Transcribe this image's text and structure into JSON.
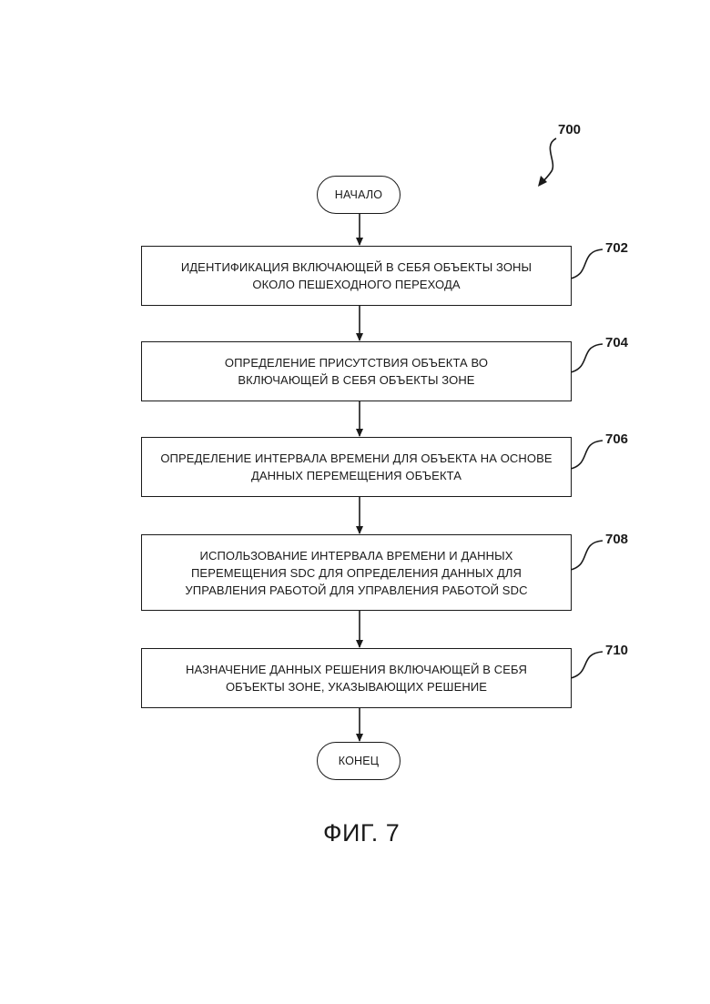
{
  "figure_ref": "700",
  "start_label": "НАЧАЛО",
  "end_label": "КОНЕЦ",
  "steps": [
    {
      "ref": "702",
      "text": "ИДЕНТИФИКАЦИЯ ВКЛЮЧАЮЩЕЙ В СЕБЯ ОБЪЕКТЫ ЗОНЫ ОКОЛО ПЕШЕХОДНОГО ПЕРЕХОДА"
    },
    {
      "ref": "704",
      "text": "ОПРЕДЕЛЕНИЕ ПРИСУТСТВИЯ ОБЪЕКТА ВО ВКЛЮЧАЮЩЕЙ В СЕБЯ ОБЪЕКТЫ ЗОНЕ"
    },
    {
      "ref": "706",
      "text": "ОПРЕДЕЛЕНИЕ ИНТЕРВАЛА ВРЕМЕНИ ДЛЯ ОБЪЕКТА НА ОСНОВЕ ДАННЫХ ПЕРЕМЕЩЕНИЯ ОБЪЕКТА"
    },
    {
      "ref": "708",
      "text": "ИСПОЛЬЗОВАНИЕ ИНТЕРВАЛА ВРЕМЕНИ И ДАННЫХ ПЕРЕМЕЩЕНИЯ SDC ДЛЯ ОПРЕДЕЛЕНИЯ ДАННЫХ ДЛЯ УПРАВЛЕНИЯ РАБОТОЙ ДЛЯ УПРАВЛЕНИЯ РАБОТОЙ SDC"
    },
    {
      "ref": "710",
      "text": "НАЗНАЧЕНИЕ ДАННЫХ РЕШЕНИЯ ВКЛЮЧАЮЩЕЙ В СЕБЯ ОБЪЕКТЫ ЗОНЕ, УКАЗЫВАЮЩИХ РЕШЕНИЕ"
    }
  ],
  "caption": "ФИГ. 7"
}
